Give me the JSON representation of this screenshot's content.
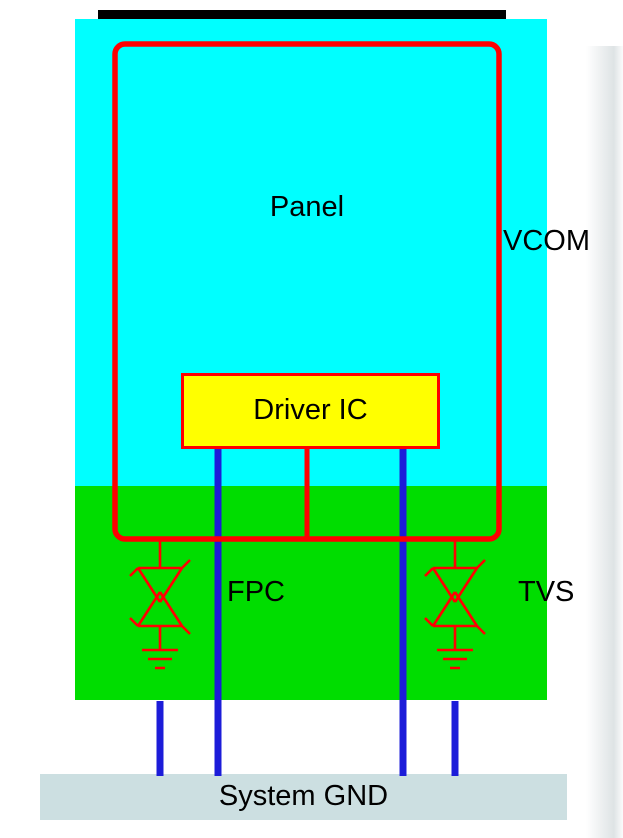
{
  "labels": {
    "panel": "Panel",
    "vcom": "VCOM",
    "driver_ic": "Driver IC",
    "fpc": "FPC",
    "tvs": "TVS",
    "system_gnd": "System GND"
  },
  "colors": {
    "panel_fill": "#00ffff",
    "fpc_fill": "#00dd00",
    "vcom_loop_stroke": "#ff0000",
    "driver_ic_fill": "#ffff00",
    "driver_ic_border": "#ff0000",
    "signal_line_blue": "#1c1cd9",
    "tvs_symbol": "#ff0000",
    "system_gnd_fill": "#ccdfe1",
    "top_bar": "#000000",
    "text": "#000000"
  }
}
